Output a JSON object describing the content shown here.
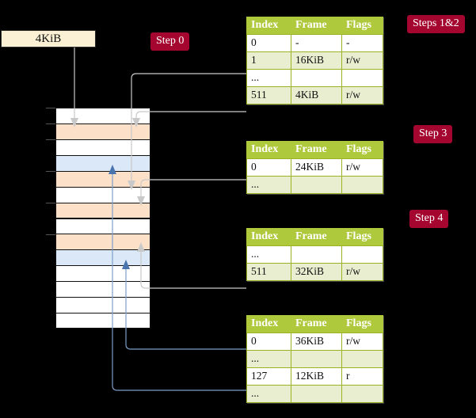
{
  "diagram": {
    "title_semantics": "multi-level page table walk",
    "source_box": {
      "label": "4KiB"
    },
    "badges": [
      {
        "name": "step-0",
        "label": "Step 0"
      },
      {
        "name": "steps-1-2",
        "label": "Steps 1&2"
      },
      {
        "name": "step-3",
        "label": "Step 3"
      },
      {
        "name": "step-4",
        "label": "Step 4"
      }
    ],
    "columns": {
      "index": "Index",
      "frame": "Frame",
      "flags": "Flags"
    },
    "tables": [
      {
        "name": "page-table-level-0",
        "rows": [
          {
            "index": "0",
            "frame": "-",
            "flags": "-",
            "style": "plain",
            "highlight": false
          },
          {
            "index": "1",
            "frame": "16KiB",
            "flags": "r/w",
            "style": "alt",
            "highlight": false
          },
          {
            "index": "...",
            "frame": "",
            "flags": "",
            "style": "plain",
            "highlight": false
          },
          {
            "index": "511",
            "frame": "4KiB",
            "flags": "r/w",
            "style": "alt",
            "highlight": true
          }
        ]
      },
      {
        "name": "page-table-level-1",
        "rows": [
          {
            "index": "0",
            "frame": "24KiB",
            "flags": "r/w",
            "style": "plain",
            "highlight": false
          },
          {
            "index": "...",
            "frame": "",
            "flags": "",
            "style": "alt",
            "highlight": false
          }
        ]
      },
      {
        "name": "page-table-level-2",
        "rows": [
          {
            "index": "...",
            "frame": "",
            "flags": "",
            "style": "plain",
            "highlight": false
          },
          {
            "index": "511",
            "frame": "32KiB",
            "flags": "r/w",
            "style": "alt",
            "highlight": false
          }
        ]
      },
      {
        "name": "page-table-level-3",
        "rows": [
          {
            "index": "0",
            "frame": "36KiB",
            "flags": "r/w",
            "style": "plain",
            "highlight": false
          },
          {
            "index": "...",
            "frame": "",
            "flags": "",
            "style": "alt",
            "highlight": false
          },
          {
            "index": "127",
            "frame": "12KiB",
            "flags": "r",
            "style": "plain",
            "highlight": false
          },
          {
            "index": "...",
            "frame": "",
            "flags": "",
            "style": "alt",
            "highlight": false
          }
        ]
      }
    ],
    "memory_column": {
      "name": "physical-memory-frames",
      "rows": [
        {
          "fill": "white"
        },
        {
          "fill": "orange"
        },
        {
          "fill": "white"
        },
        {
          "fill": "blue"
        },
        {
          "fill": "orange"
        },
        {
          "fill": "white"
        },
        {
          "fill": "orange"
        },
        {
          "fill": "white"
        },
        {
          "fill": "orange"
        },
        {
          "fill": "blue"
        },
        {
          "fill": "white"
        },
        {
          "fill": "white"
        },
        {
          "fill": "white"
        },
        {
          "fill": "white"
        }
      ]
    },
    "colors": {
      "background": "#000000",
      "badge": "#a50630",
      "table_header": "#afc93c",
      "table_alt_row": "#e9eed0",
      "highlight": "#f5f3a0",
      "source_box": "#fbf0d3",
      "frame_orange": "#fde0c8",
      "frame_blue": "#dae8f8",
      "gray_connector": "#c9c9c9",
      "blue_connector": "#7d9fc9"
    }
  }
}
